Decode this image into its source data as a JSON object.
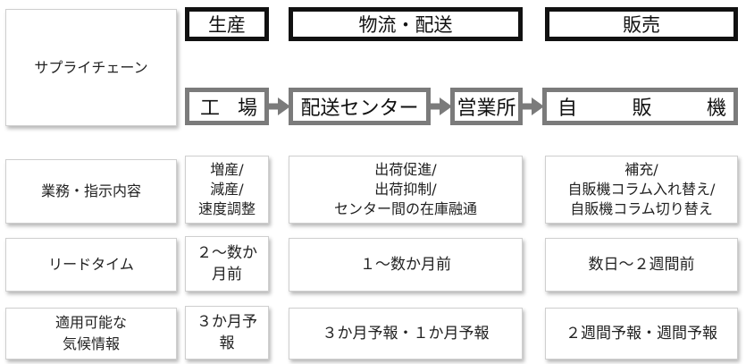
{
  "row_labels": {
    "supply_chain": "サプライチェーン",
    "tasks": "業務・指示内容",
    "lead_time": "リードタイム",
    "forecast": "適用可能な\n気候情報"
  },
  "stages": {
    "production": "生産",
    "logistics": "物流・配送",
    "sales": "販売"
  },
  "locations": {
    "factory_chars": [
      "工",
      "場"
    ],
    "distribution_center": "配送センター",
    "sales_office": "営業所",
    "vending_chars": [
      "自",
      "販",
      "機"
    ]
  },
  "tasks": {
    "production": "増産/\n減産/\n速度調整",
    "logistics": "出荷促進/\n出荷抑制/\nセンター間の在庫融通",
    "sales": "補充/\n自販機コラム入れ替え/\n自販機コラム切り替え"
  },
  "lead_time": {
    "production": "２～数か\n月前",
    "logistics": "１～数か月前",
    "sales": "数日～２週間前"
  },
  "forecast": {
    "production": "３か月予\n報",
    "logistics": "３か月予報・１か月予報",
    "sales": "２週間予報・週間予報"
  },
  "colors": {
    "stage_border": "#111111",
    "location_border": "#7b7b7b",
    "arrow": "#7b7b7b"
  }
}
